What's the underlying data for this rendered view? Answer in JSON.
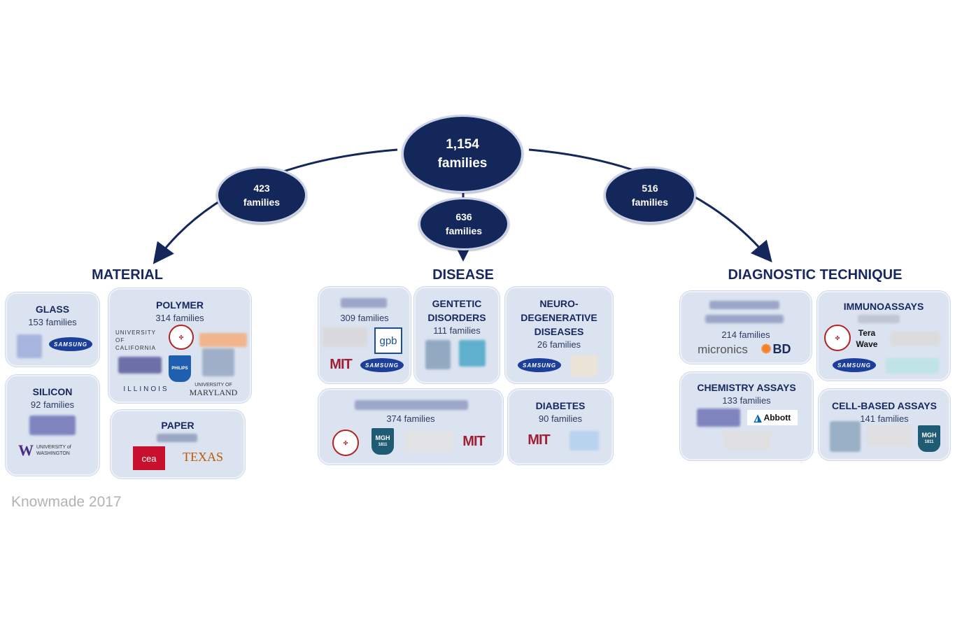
{
  "root": {
    "count": "1,154",
    "unit": "families"
  },
  "branches": {
    "material": {
      "count": "423",
      "unit": "families",
      "label": "MATERIAL"
    },
    "disease": {
      "count": "636",
      "unit": "families",
      "label": "DISEASE"
    },
    "diagnostic": {
      "count": "516",
      "unit": "families",
      "label": "DIAGNOSTIC TECHNIQUE"
    }
  },
  "material": {
    "glass": {
      "title": "GLASS",
      "count": "153 families"
    },
    "polymer": {
      "title": "POLYMER",
      "count": "314 families"
    },
    "silicon": {
      "title": "SILICON",
      "count": "92 families"
    },
    "paper": {
      "title": "PAPER"
    }
  },
  "disease": {
    "unnamed_top": {
      "count": "309 families"
    },
    "genetic": {
      "title_line1": "GENTETIC",
      "title_line2": "DISORDERS",
      "count": "111 families"
    },
    "neuro": {
      "title_line1": "NEURO-",
      "title_line2": "DEGENERATIVE",
      "title_line3": "DISEASES",
      "count": "26 families"
    },
    "unnamed_bottom": {
      "count": "374 families"
    },
    "diabetes": {
      "title": "DIABETES",
      "count": "90 families"
    }
  },
  "diagnostic": {
    "unnamed_top": {
      "count": "214 families"
    },
    "immuno": {
      "title": "IMMUNOASSAYS"
    },
    "chemistry": {
      "title": "CHEMISTRY ASSAYS",
      "count": "133 families"
    },
    "cell": {
      "title": "CELL-BASED ASSAYS",
      "count": "141 families"
    }
  },
  "logos": {
    "samsung": "SAMSUNG",
    "uc_line1": "UNIVERSITY",
    "uc_line2": "OF",
    "uc_line3": "CALIFORNIA",
    "philips": "PHILIPS",
    "illinois": "ILLINOIS",
    "maryland_line1": "UNIVERSITY OF",
    "maryland_line2": "MARYLAND",
    "uw_mark": "W",
    "uw_line1": "UNIVERSITY of",
    "uw_line2": "WASHINGTON",
    "cea": "cea",
    "texas": "TEXAS",
    "gpb": "gpb",
    "mit": "MIT",
    "mgh_line1": "MGH",
    "mgh_line2": "1811",
    "micronics": "micronics",
    "bd": "BD",
    "abbott": "Abbott",
    "terawave_line1": "Tera",
    "terawave_line2": "Wave"
  },
  "watermark": "Knowmade 2017",
  "colors": {
    "node": "#14275a",
    "card": "#dbe3f0",
    "heading": "#17275f",
    "watermark": "#b3b3b3"
  }
}
